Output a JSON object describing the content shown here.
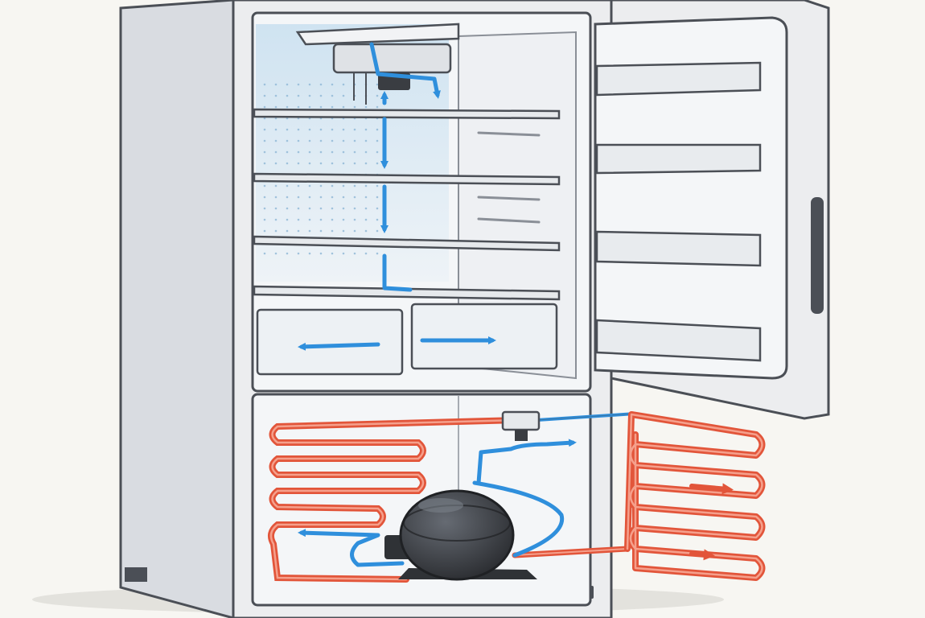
{
  "colors": {
    "background": "#f7f6f2",
    "body": "#ecedef",
    "body_shade": "#d9dce1",
    "outline": "#4b4f56",
    "cold_air": "#2f8fdc",
    "interior_tint": "#cfe3f1",
    "hot_coil": "#e2553a",
    "hot_coil_light": "#f5a08c",
    "compressor": "#3a3d42",
    "compressor_highlight": "#666b73",
    "shelf": "#e6e9ec"
  },
  "icons": {
    "cold_air_arrow": "down-arrow-icon",
    "heat_arrow": "right-arrow-icon"
  },
  "components": {
    "fridge_shelves": 4,
    "crisper_drawers": 2,
    "door_bins": 4,
    "evaporator_loops": 4,
    "condenser_loops": 6
  }
}
